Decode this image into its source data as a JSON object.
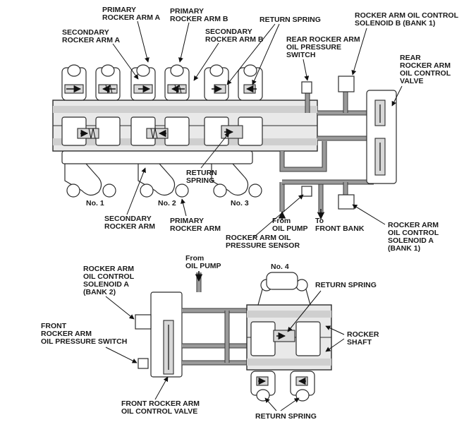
{
  "labels": {
    "primary_a": [
      "PRIMARY",
      "ROCKER ARM A"
    ],
    "primary_b": [
      "PRIMARY",
      "ROCKER ARM B"
    ],
    "secondary_a": [
      "SECONDARY",
      "ROCKER ARM A"
    ],
    "secondary_b": [
      "SECONDARY",
      "ROCKER ARM B"
    ],
    "return_spring_top": "RETURN SPRING",
    "rear_pressure_switch": [
      "REAR ROCKER ARM",
      "OIL PRESSURE",
      "SWITCH"
    ],
    "solenoid_b": [
      "ROCKER ARM OIL CONTROL",
      "SOLENOID B (BANK 1)"
    ],
    "rear_control_valve": [
      "REAR",
      "ROCKER ARM",
      "OIL CONTROL",
      "VALVE"
    ],
    "return_spring_mid": [
      "RETURN",
      "SPRING"
    ],
    "no1": "No. 1",
    "no2": "No. 2",
    "no3": "No. 3",
    "secondary_rocker_arm": [
      "SECONDARY",
      "ROCKER ARM"
    ],
    "primary_rocker_arm": [
      "PRIMARY",
      "ROCKER ARM"
    ],
    "from_oil_pump_top": [
      "From",
      "OIL PUMP"
    ],
    "to_front_bank": [
      "To",
      "FRONT BANK"
    ],
    "pressure_sensor": [
      "ROCKER ARM OIL",
      "PRESSURE SENSOR"
    ],
    "solenoid_a_bank1": [
      "ROCKER ARM",
      "OIL CONTROL",
      "SOLENOID A",
      "(BANK 1)"
    ],
    "from_oil_pump_bottom": [
      "From",
      "OIL PUMP"
    ],
    "solenoid_a_bank2": [
      "ROCKER ARM",
      "OIL CONTROL",
      "SOLENOID A",
      "(BANK 2)"
    ],
    "no4": "No. 4",
    "return_spring_bottom_right": "RETURN SPRING",
    "front_pressure_switch": [
      "FRONT",
      "ROCKER ARM",
      "OIL PRESSURE SWITCH"
    ],
    "rocker_shaft": [
      "ROCKER",
      "SHAFT"
    ],
    "front_control_valve": [
      "FRONT ROCKER ARM",
      "OIL CONTROL VALVE"
    ],
    "return_spring_bottom": "RETURN SPRING"
  }
}
